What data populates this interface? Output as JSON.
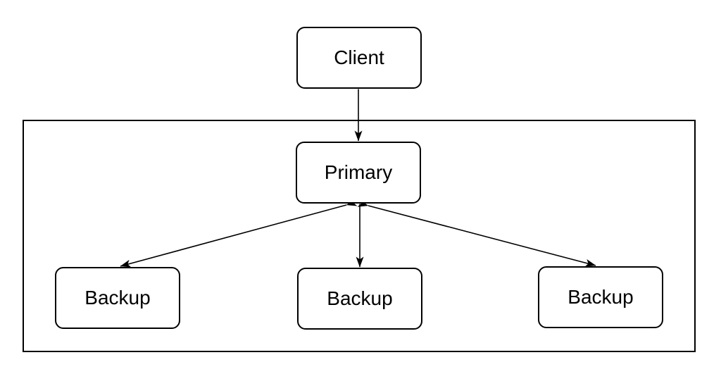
{
  "diagram": {
    "title": "primary-backup replication diagram",
    "colors": {
      "stroke": "#000000",
      "node_fill": "#ffffff",
      "text": "#000000",
      "background": "#ffffff"
    },
    "nodes": {
      "client": {
        "label": "Client"
      },
      "primary": {
        "label": "Primary"
      },
      "backup_left": {
        "label": "Backup"
      },
      "backup_middle": {
        "label": "Backup"
      },
      "backup_right": {
        "label": "Backup"
      }
    },
    "boundary": {
      "contains": [
        "primary",
        "backup_left",
        "backup_middle",
        "backup_right"
      ]
    },
    "edges": [
      {
        "from": "client",
        "to": "primary",
        "bidirectional": true
      },
      {
        "from": "primary",
        "to": "backup_left",
        "bidirectional": true
      },
      {
        "from": "primary",
        "to": "backup_middle",
        "bidirectional": true
      },
      {
        "from": "primary",
        "to": "backup_right",
        "bidirectional": true
      }
    ]
  }
}
